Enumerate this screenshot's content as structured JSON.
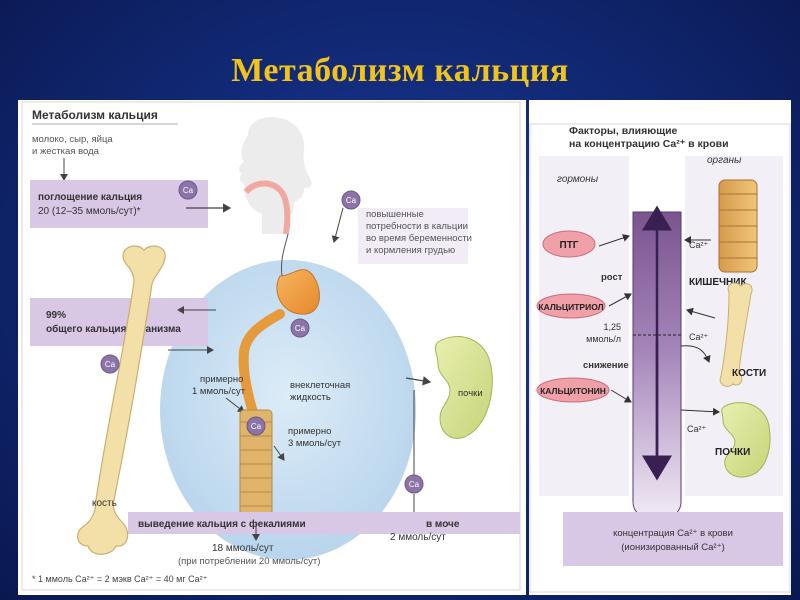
{
  "slide": {
    "title": "Метаболизм кальция"
  },
  "left": {
    "heading": "Метаболизм кальция",
    "food_line1": "молоко, сыр, яйца",
    "food_line2": "и жесткая вода",
    "uptake_title": "поглощение кальция",
    "uptake_value": "20 (12–35 ммоль/сут)*",
    "need_line1": "повышенные",
    "need_line2": "потребности в кальции",
    "need_line3": "во время беременности",
    "need_line4": "и кормления грудью",
    "bone_pct": "99%",
    "bone_label": "общего кальция организма",
    "approx1_line1": "примерно",
    "approx1_line2": "1 ммоль/сут",
    "ecf_line1": "внеклеточная",
    "ecf_line2": "жидкость",
    "approx3_line1": "примерно",
    "approx3_line2": "3 ммоль/сут",
    "kidney_label": "почки",
    "bone_word": "кость",
    "feces_title": "выведение кальция с фекалиями",
    "urine_title": "в моче",
    "feces_value": "18 ммоль/сут",
    "feces_note": "(при потреблении 20 ммоль/сут)",
    "urine_value": "2 ммоль/сут",
    "footnote": "* 1 ммоль Ca²⁺ = 2 мэкв Ca²⁺ = 40 мг Ca²⁺",
    "ca_badge": "Ca"
  },
  "right": {
    "heading_line1": "Факторы, влияющие",
    "heading_line2": "на концентрацию Ca²⁺ в крови",
    "organs_label": "органы",
    "hormones_label": "гормоны",
    "pth": "ПТГ",
    "growth": "рост",
    "calcitriol": "КАЛЬЦИТРИОЛ",
    "normal_value_line1": "1,25",
    "normal_value_line2": "ммоль/л",
    "decrease": "снижение",
    "calcitonin": "КАЛЬЦИТОНИН",
    "intestine": "КИШЕЧНИК",
    "bones": "КОСТИ",
    "kidneys": "ПОЧКИ",
    "ca2": "Ca²⁺",
    "conc_line1": "концентрация Ca²⁺ в крови",
    "conc_line2": "(ионизированный Ca²⁺)"
  },
  "colors": {
    "title": "#f0c21c",
    "band": "#d9c7e6",
    "bubble": "#cfe3f3",
    "bone": "#f3dfa8",
    "badge": "#8c74a8",
    "hormone": "#f0a0a8",
    "tube": "#6e4a86"
  }
}
